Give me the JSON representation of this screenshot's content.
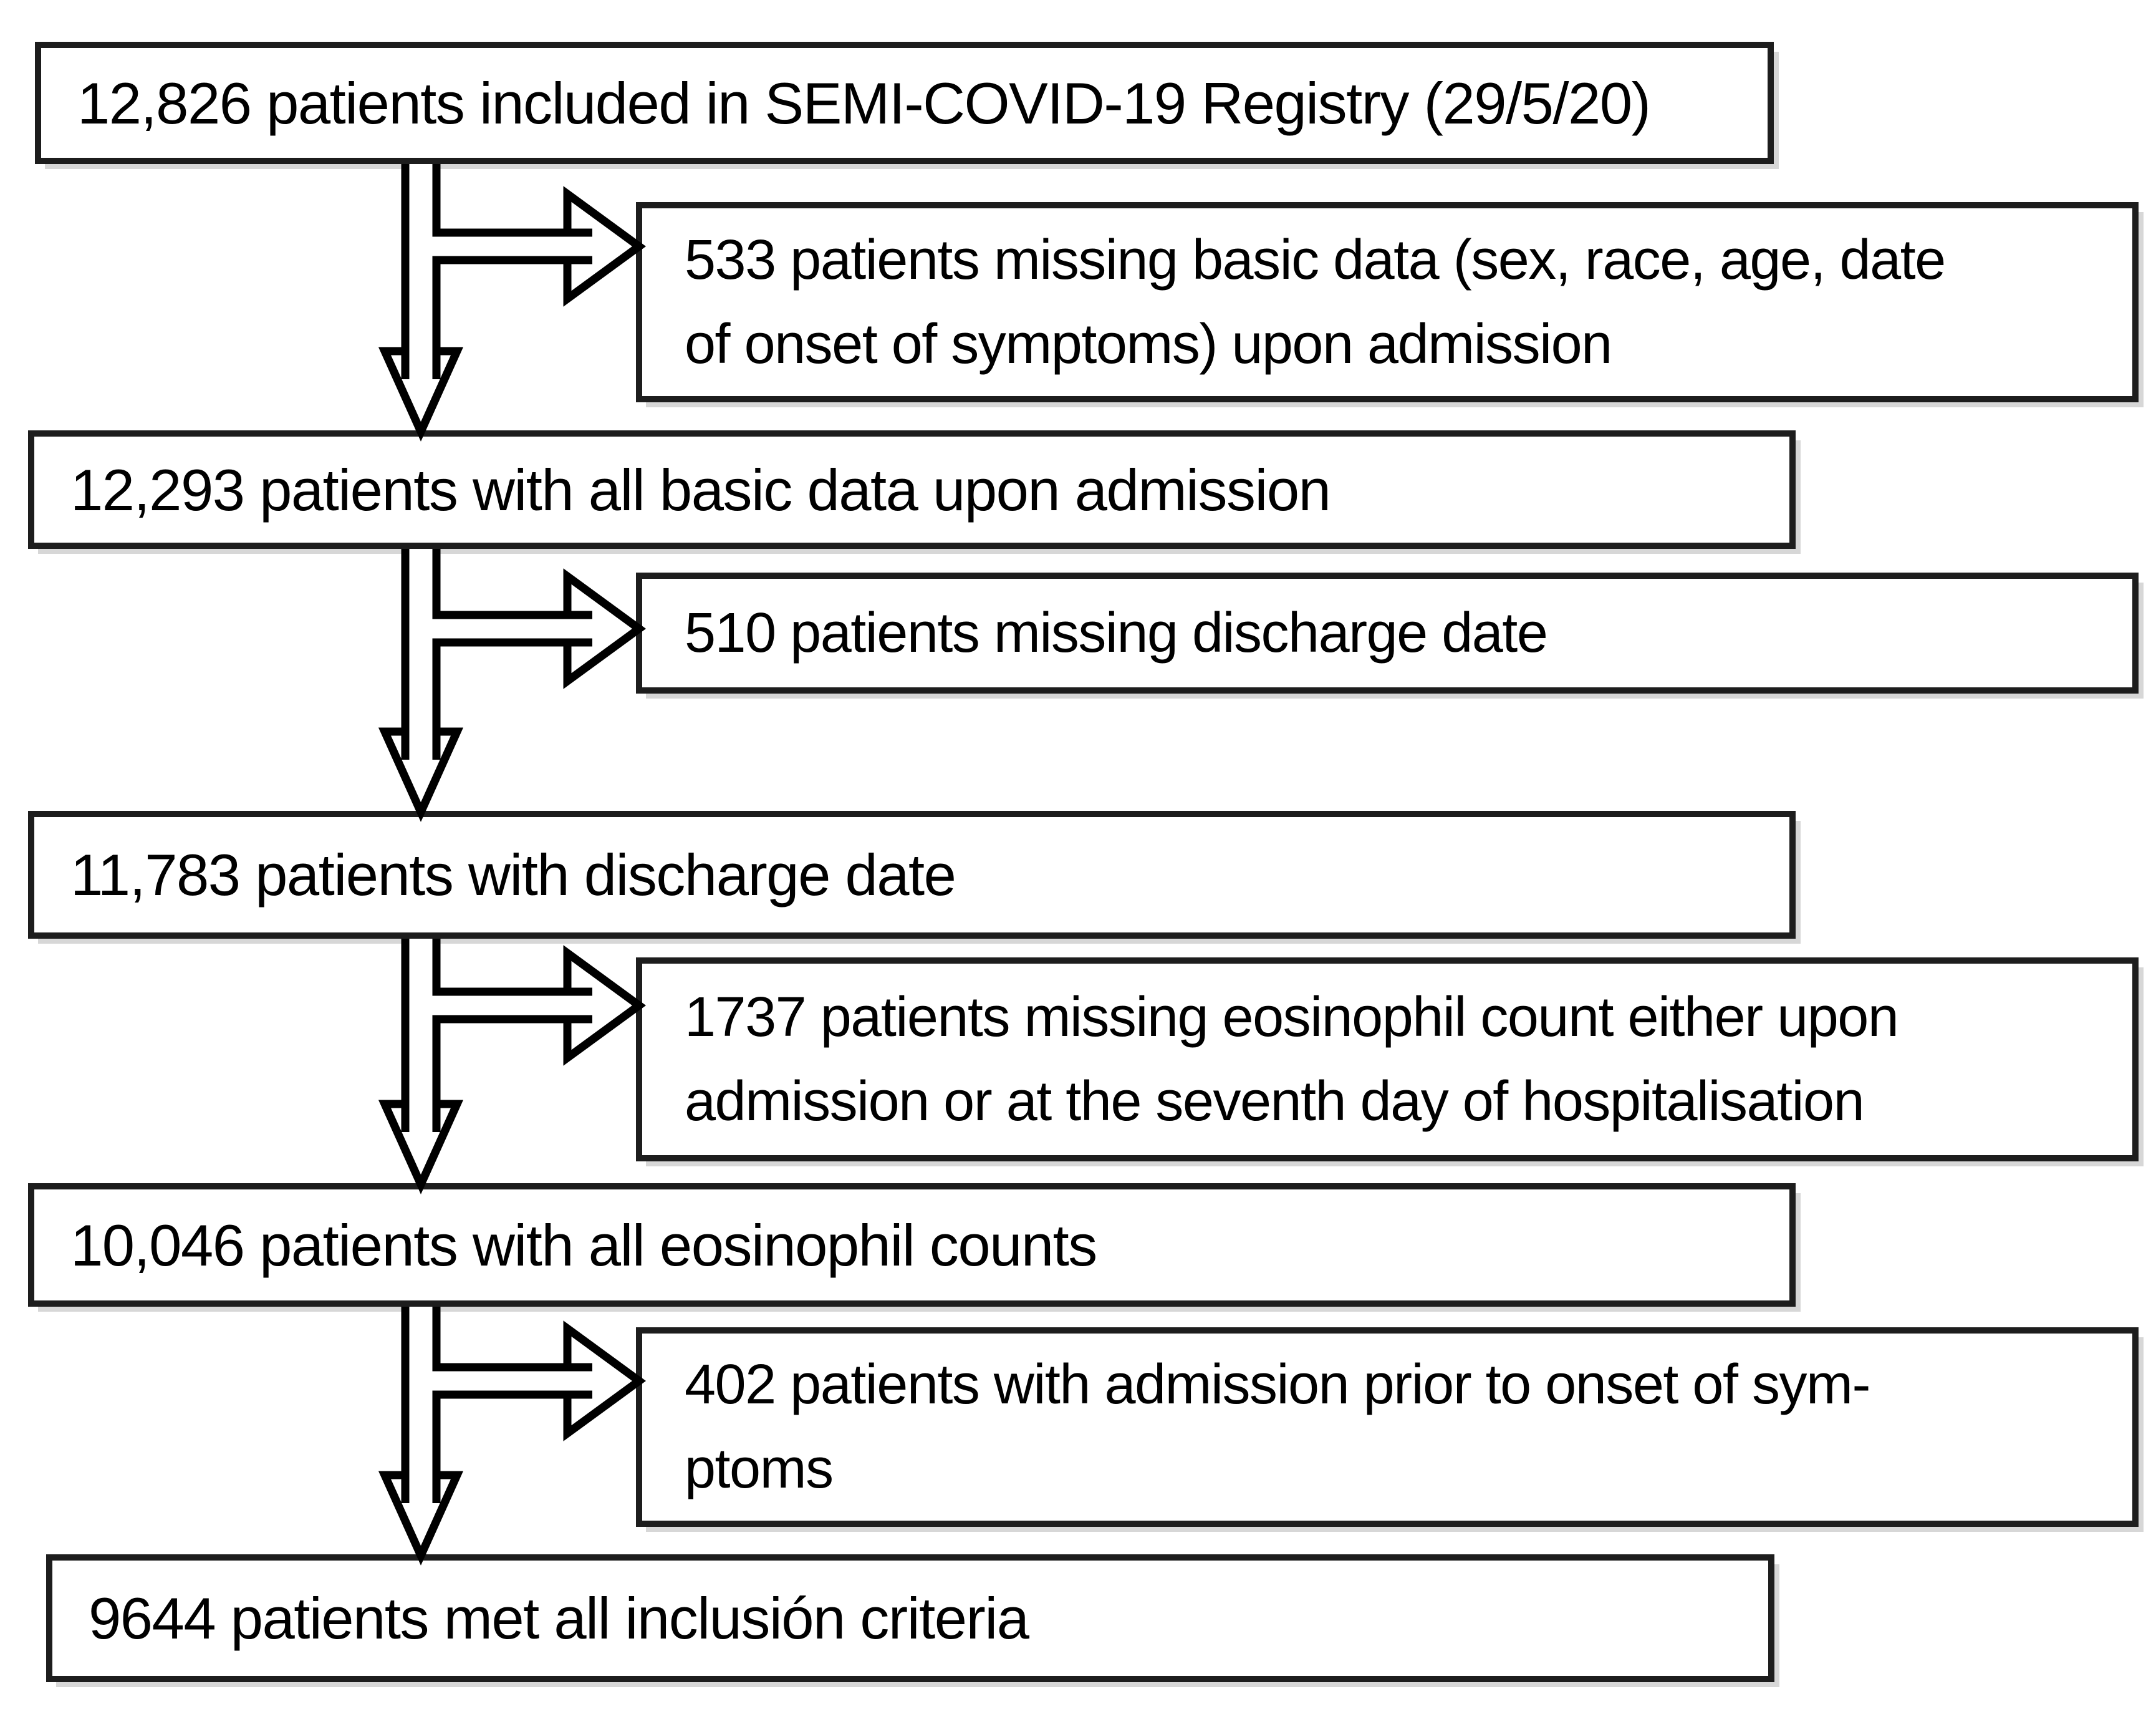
{
  "colors": {
    "box_border": "#1d1d1d",
    "box_fill": "#ffffff",
    "text": "#000000",
    "arrow_outline": "#000000",
    "arrow_fill": "#ffffff",
    "shadow": "#d7d7d7"
  },
  "flowchart": {
    "cohort_boxes": [
      {
        "lines": [
          "12,826 patients included in SEMI-COVID-19 Registry (29/5/20)"
        ]
      },
      {
        "lines": [
          "12,293 patients with all basic data upon admission"
        ]
      },
      {
        "lines": [
          "11,783 patients with discharge date"
        ]
      },
      {
        "lines": [
          "10,046 patients with all eosinophil counts"
        ]
      },
      {
        "lines": [
          "9644 patients met all inclusión criteria"
        ]
      }
    ],
    "exclusion_boxes": [
      {
        "lines": [
          "533 patients missing basic data (sex, race, age, date",
          "of onset of symptoms) upon admission"
        ]
      },
      {
        "lines": [
          "510 patients missing discharge date"
        ]
      },
      {
        "lines": [
          "1737 patients missing eosinophil count either upon",
          "admission or at the seventh day of hospitalisation"
        ]
      },
      {
        "lines": [
          "402 patients with admission prior to onset of sym-",
          "ptoms"
        ]
      }
    ]
  }
}
